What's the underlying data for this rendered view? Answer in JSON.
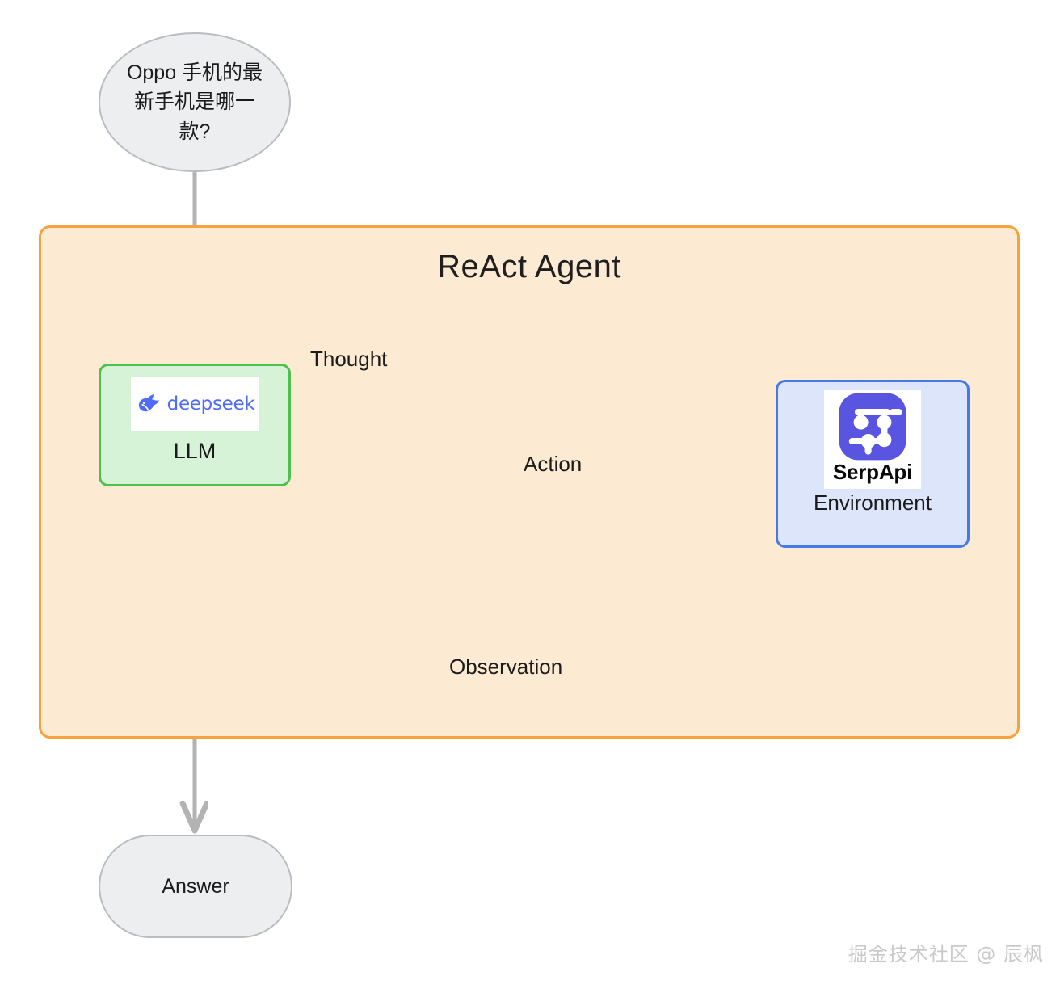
{
  "diagram": {
    "title": "ReAct Agent",
    "input_node": {
      "name": "question-bubble",
      "text": "Oppo 手机的最新手机是哪一款?"
    },
    "output_node": {
      "name": "answer-node",
      "label": "Answer"
    },
    "llm_node": {
      "label": "LLM",
      "logo_text": "deepseek",
      "logo_icon": "deepseek-whale-icon",
      "border_color": "#4cc24c",
      "fill_color": "#d7f3d7"
    },
    "environment_node": {
      "brand": "SerpApi",
      "label": "Environment",
      "logo_icon": "serpapi-logo-icon",
      "border_color": "#4579e8",
      "fill_color": "#dde5fb"
    },
    "container": {
      "border_color": "#f5a33c",
      "fill_color": "#fdead2"
    },
    "edges": [
      {
        "name": "edge-question-to-llm",
        "label": ""
      },
      {
        "name": "edge-thought-loop",
        "label": "Thought"
      },
      {
        "name": "edge-action",
        "label": "Action"
      },
      {
        "name": "edge-observation",
        "label": "Observation"
      },
      {
        "name": "edge-llm-to-answer",
        "label": ""
      }
    ],
    "edge_color": "#b3b3b3",
    "watermark": "掘金技术社区 @ 辰枫"
  }
}
